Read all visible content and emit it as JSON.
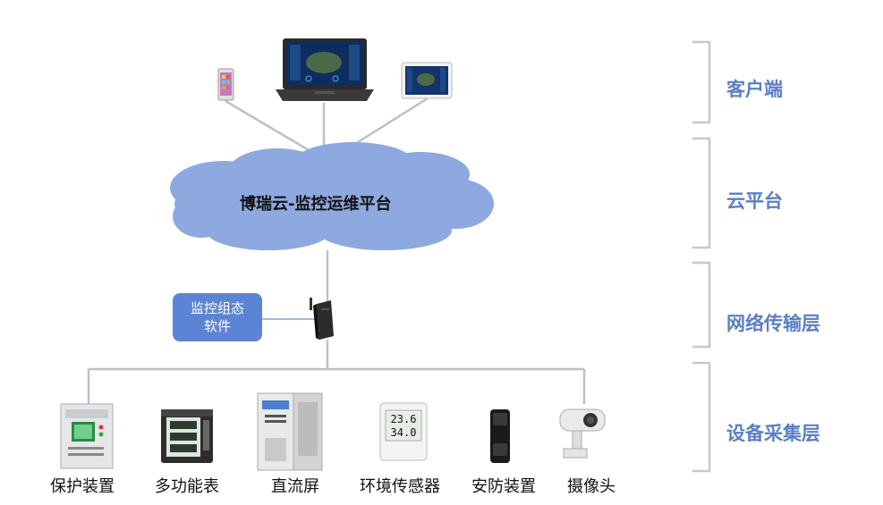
{
  "layers": [
    {
      "label": "客户端"
    },
    {
      "label": "云平台"
    },
    {
      "label": "网络传输层"
    },
    {
      "label": "设备采集层"
    }
  ],
  "cloud": {
    "title": "博瑞云-监控运维平台"
  },
  "software": {
    "label": "监控组态软件"
  },
  "devices": [
    {
      "label": "保护装置"
    },
    {
      "label": "多功能表"
    },
    {
      "label": "直流屏"
    },
    {
      "label": "环境传感器"
    },
    {
      "label": "安防装置"
    },
    {
      "label": "摄像头"
    }
  ],
  "sensor_readings": {
    "temperature": "23.6",
    "humidity": "34.0"
  },
  "colors": {
    "accent": "#5b7fc4",
    "cloud": "#8ea8e0",
    "box": "#5b84d4",
    "bracket": "#c8c8c8",
    "line": "#c0c0c0"
  }
}
